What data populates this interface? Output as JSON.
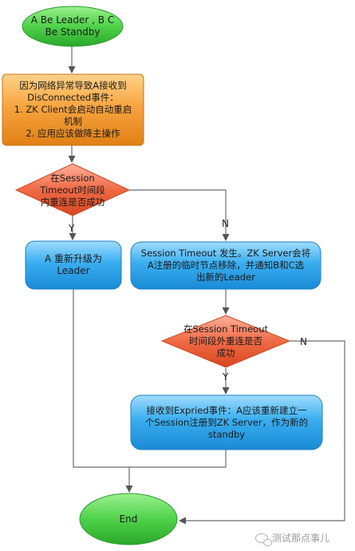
{
  "colors": {
    "start_end": "#4fd24a",
    "process_orange": "#f7a540",
    "decision": "#ef6a45",
    "process_blue": "#3aaef0",
    "connector": "#6b6b6b"
  },
  "nodes": {
    "start": {
      "lines": [
        "A Be  Leader , B C",
        "Be Standby"
      ]
    },
    "disconnected": {
      "lines": [
        "因为网络异常导致A接收到",
        "DisConnected事件：",
        "1.  ZK Client会启动自动重启",
        "机制",
        "2.  应用应该做降主操作"
      ]
    },
    "decision1": {
      "lines": [
        "在Session",
        "Timeout时间段",
        "内重连是否成功"
      ]
    },
    "upgrade": {
      "lines": [
        "A 重新升级为",
        "Leader"
      ]
    },
    "timeout": {
      "lines": [
        "Session Timeout 发生。ZK Server会将",
        "A注册的临时节点移除，并通知B和C选",
        "出新的Leader"
      ]
    },
    "decision2": {
      "lines": [
        "在Session  Timeout",
        "时间段外重连是否",
        "成功"
      ]
    },
    "expired": {
      "lines": [
        "接收到Expried事件：A应该重新建立一",
        "个Session注册到ZK Server，作为新的",
        "standby"
      ]
    },
    "end": {
      "lines": [
        "End"
      ]
    }
  },
  "edge_labels": {
    "d1_yes": "Y",
    "d1_no": "N",
    "d2_yes": "Y",
    "d2_no": "N"
  },
  "watermark": "测试那点事儿"
}
